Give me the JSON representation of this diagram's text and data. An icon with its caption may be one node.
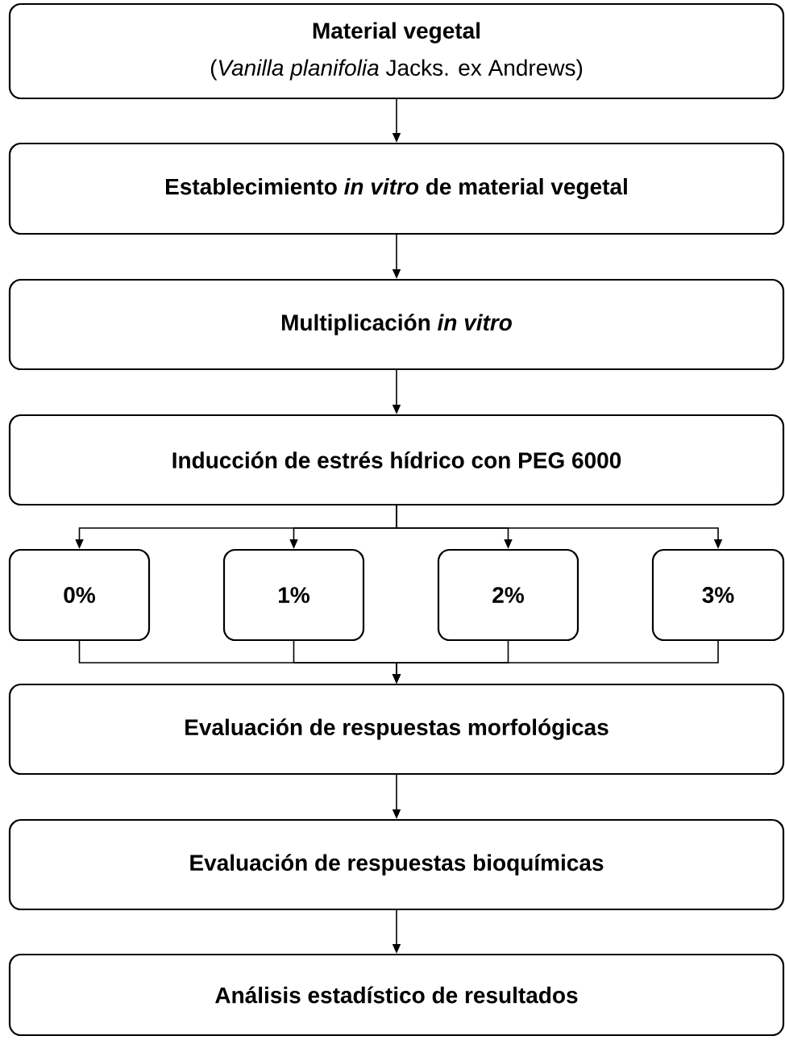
{
  "diagram": {
    "nodes": [
      {
        "text": [
          "Material vegetal",
          "(*Vanilla planifolia* Jacks. ex Andrews)"
        ]
      },
      {
        "text": [
          "Establecimiento *in vitro* de material vegetal"
        ]
      },
      {
        "text": [
          "Multiplicación *in vitro*"
        ]
      },
      {
        "text": [
          "Inducción de estrés hídrico con PEG 6000"
        ]
      },
      {
        "text": [
          "0%"
        ]
      },
      {
        "text": [
          "1%"
        ]
      },
      {
        "text": [
          "2%"
        ]
      },
      {
        "text": [
          "3%"
        ]
      },
      {
        "text": [
          "Evaluación de respuestas morfológicas"
        ]
      },
      {
        "text": [
          "Evaluación de respuestas bioquímicas"
        ]
      },
      {
        "text": [
          "Análisis estadístico de resultados"
        ]
      }
    ],
    "edges": [
      {
        "from": 0,
        "to": 1,
        "arrow": "to"
      },
      {
        "from": 1,
        "to": 2,
        "arrow": "to"
      },
      {
        "from": 2,
        "to": 3,
        "arrow": "to"
      },
      {
        "from": 3,
        "to": 4,
        "arrow": "to"
      },
      {
        "from": 3,
        "to": 5,
        "arrow": "to"
      },
      {
        "from": 3,
        "to": 6,
        "arrow": "to"
      },
      {
        "from": 3,
        "to": 7,
        "arrow": "to"
      },
      {
        "from": 4,
        "to": 8,
        "arrow": "to"
      },
      {
        "from": 5,
        "to": 8,
        "arrow": "to"
      },
      {
        "from": 6,
        "to": 8,
        "arrow": "to"
      },
      {
        "from": 7,
        "to": 8,
        "arrow": "to"
      },
      {
        "from": 8,
        "to": 9,
        "arrow": "to"
      },
      {
        "from": 9,
        "to": 10,
        "arrow": "to"
      }
    ]
  }
}
